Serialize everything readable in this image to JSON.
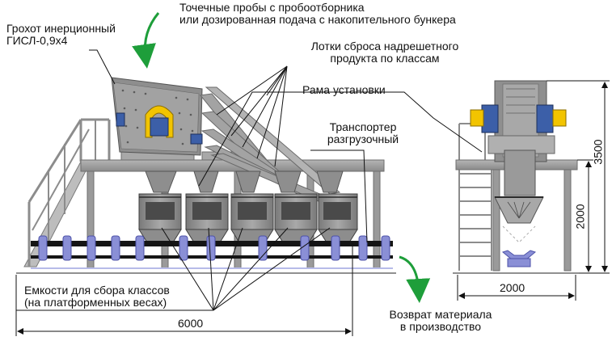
{
  "labels": {
    "screen": [
      "Грохот инерционный",
      "ГИСЛ-0,9х4"
    ],
    "samples": [
      "Точечные пробы с пробоотборника",
      "или дозированная подача с накопительного бункера"
    ],
    "trays": [
      "Лотки сброса надрешетного",
      "продукта по классам"
    ],
    "frame": "Рама установки",
    "conveyor": [
      "Транспортер",
      "разгрузочный"
    ],
    "containers": [
      "Емкости для сбора классов",
      "(на платформенных весах)"
    ],
    "return": [
      "Возврат материала",
      "в производство"
    ]
  },
  "dimensions": {
    "length": "6000",
    "width": "2000",
    "height_total": "3500",
    "height_platform": "2000"
  },
  "colors": {
    "steel": "#9a9a9a",
    "steel_dark": "#6e6e6e",
    "steel_light": "#c4c4c4",
    "motor_yellow": "#f2c400",
    "motor_blue": "#2f5fb3",
    "belt": "#151515",
    "roller_blue": "#8a8fd6",
    "arrow_green": "#1e9e3a"
  }
}
